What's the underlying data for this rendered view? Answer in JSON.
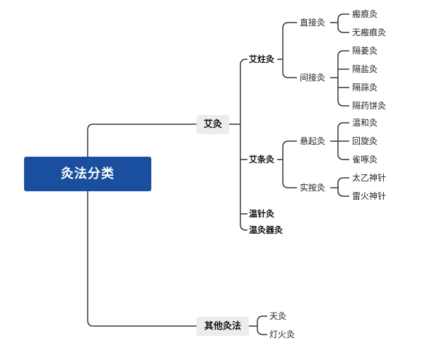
{
  "root": {
    "label": "灸法分类"
  },
  "branches": {
    "aijiu": {
      "label": "艾灸",
      "aizhu": {
        "label": "艾炷灸",
        "zhijie": {
          "label": "直接灸",
          "items": [
            "瘢痕灸",
            "无瘢痕灸"
          ]
        },
        "jianjie": {
          "label": "间接灸",
          "items": [
            "隔姜灸",
            "隔盐灸",
            "隔蒜灸",
            "隔药饼灸"
          ]
        }
      },
      "aitiao": {
        "label": "艾条灸",
        "xuanqi": {
          "label": "悬起灸",
          "items": [
            "温和灸",
            "回旋灸",
            "雀啄灸"
          ]
        },
        "shian": {
          "label": "实按灸",
          "items": [
            "太乙神针",
            "雷火神针"
          ]
        }
      },
      "wenzhen": {
        "label": "温针灸"
      },
      "wenjiuqi": {
        "label": "温灸器灸"
      }
    },
    "qita": {
      "label": "其他灸法",
      "items": [
        "天灸",
        "灯火灸"
      ]
    }
  }
}
